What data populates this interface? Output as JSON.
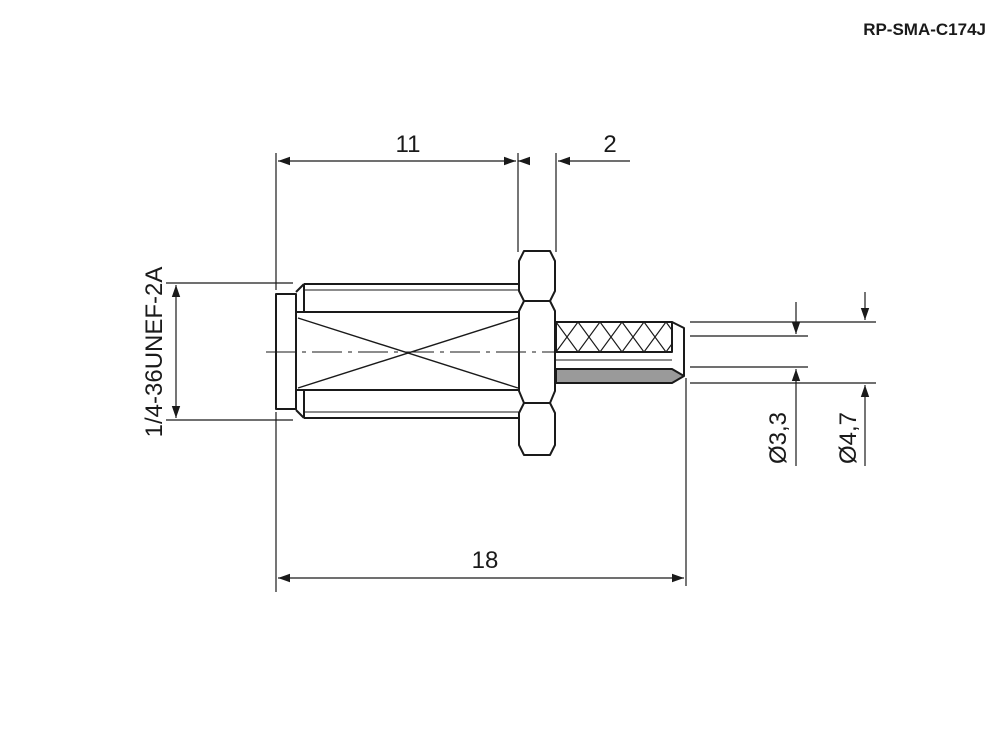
{
  "header": {
    "part_number": "RP-SMA-C174J"
  },
  "dimensions": {
    "overall_length": "18",
    "thread_length": "11",
    "nut_width": "2",
    "thread_spec": "1/4-36UNEF-2A",
    "inner_diameter": "Ø3,3",
    "outer_diameter": "Ø4,7"
  },
  "colors": {
    "line": "#1a1a1a",
    "ferrule_fill": "#9a9a9a",
    "background": "#ffffff"
  }
}
